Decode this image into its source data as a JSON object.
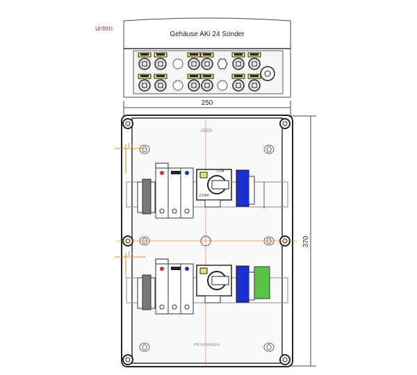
{
  "labels": {
    "side_note": "unten",
    "title": "Gehäuse  AKi 24  Sonder",
    "width_dim": "250",
    "height_dim": "370",
    "offset_top": "17",
    "offset_bottom": "17",
    "rail_marker": "GEEN",
    "switch_on": "I ON",
    "switch_off": "0 OFF",
    "maker_mark": "PRO-KONKREN"
  },
  "colors": {
    "annotation": "#c0392b",
    "dimension_orange": "#e08a2c",
    "yellow_cap": "#e8e27a",
    "blue_terminal": "#1a2fd0",
    "green_terminal": "#5bc24a"
  },
  "glands": {
    "top_row": [
      "gland",
      "gland",
      "blank",
      "gland",
      "gland",
      "hex",
      "gland",
      "gland"
    ],
    "bottom_row": [
      "gland",
      "gland",
      "blank",
      "gland",
      "gland",
      "blank",
      "gland",
      "gland"
    ]
  }
}
